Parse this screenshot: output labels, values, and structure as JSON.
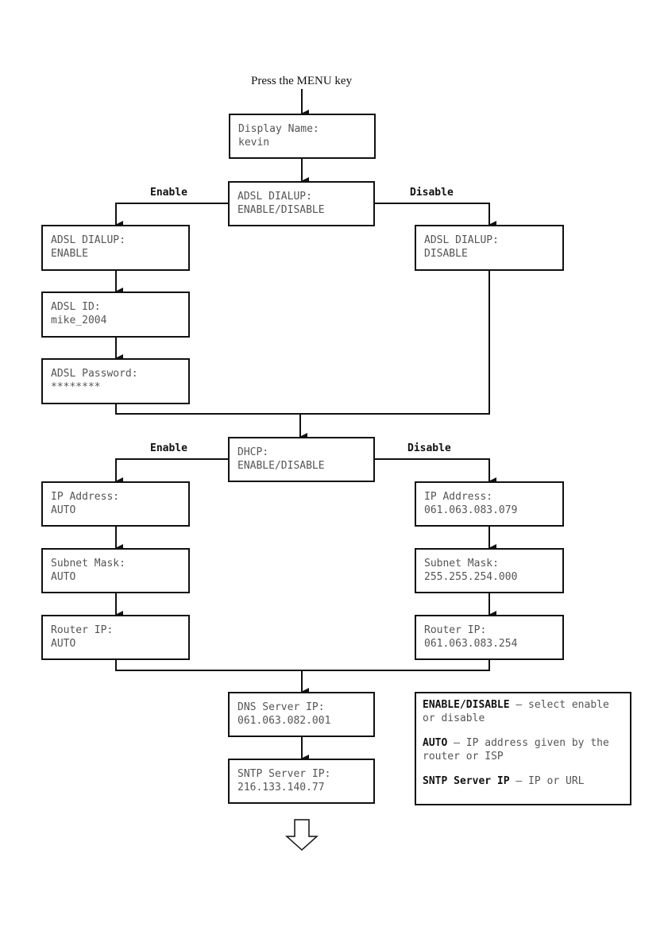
{
  "start_label": "Press the MENU key",
  "branch_labels": {
    "adsl_enable": "Enable",
    "adsl_disable": "Disable",
    "dhcp_enable": "Enable",
    "dhcp_disable": "Disable"
  },
  "boxes": {
    "display_name": [
      "Display Name:",
      "kevin"
    ],
    "adsl_dialup": [
      "ADSL DIALUP:",
      "ENABLE/DISABLE"
    ],
    "adsl_enable": [
      "ADSL DIALUP:",
      "ENABLE"
    ],
    "adsl_disable": [
      "ADSL DIALUP:",
      "DISABLE"
    ],
    "adsl_id": [
      "ADSL ID:",
      "mike_2004"
    ],
    "adsl_password": [
      "ADSL Password:",
      "********"
    ],
    "dhcp": [
      "DHCP:",
      "ENABLE/DISABLE"
    ],
    "ip_auto": [
      "IP Address:",
      "AUTO"
    ],
    "ip_static": [
      "IP Address:",
      "061.063.083.079"
    ],
    "mask_auto": [
      "Subnet Mask:",
      "AUTO"
    ],
    "mask_static": [
      "Subnet Mask:",
      "255.255.254.000"
    ],
    "router_auto": [
      "Router IP:",
      "AUTO"
    ],
    "router_static": [
      "Router IP:",
      "061.063.083.254"
    ],
    "dns": [
      "DNS Server IP:",
      "061.063.082.001"
    ],
    "sntp": [
      "SNTP Server IP:",
      "216.133.140.77"
    ]
  },
  "legend": [
    {
      "term": "ENABLE/DISABLE",
      "desc": " – select enable or disable"
    },
    {
      "term": "AUTO",
      "desc": " – IP address given by the router or ISP"
    },
    {
      "term": "SNTP Server IP",
      "desc": " – IP or URL"
    }
  ]
}
